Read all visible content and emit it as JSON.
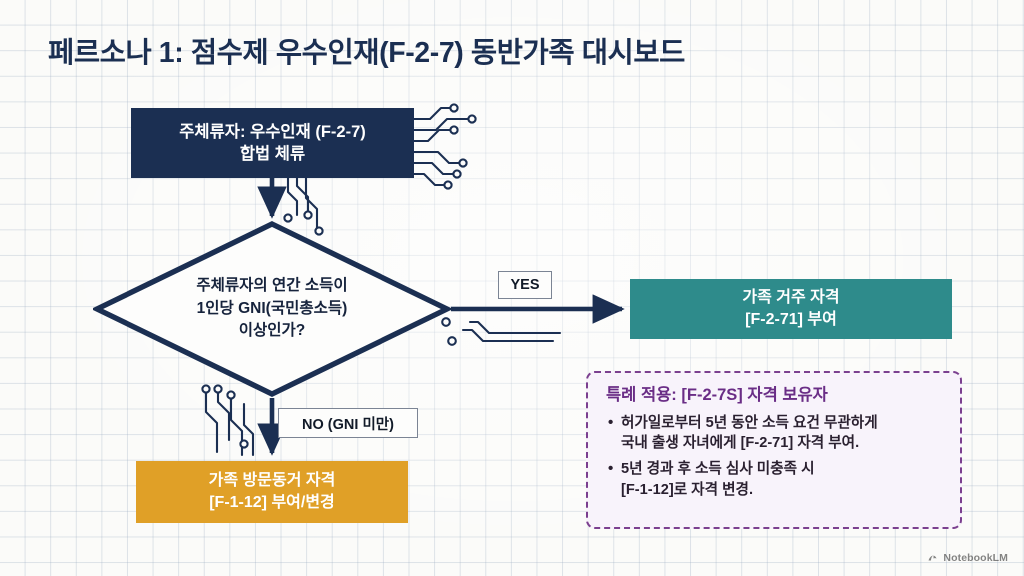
{
  "page": {
    "title": "페르소나 1: 점수제 우수인재(F-2-7) 동반가족 대시보드",
    "watermark": "NotebookLM"
  },
  "colors": {
    "navy": "#1b2f52",
    "teal": "#2e8b8b",
    "orange": "#e0a027",
    "purple": "#7b3f8f",
    "purple_title": "#6a2d86",
    "grid": "#96a8be",
    "paper": "#fbfbf9",
    "label_border": "#7b8494"
  },
  "flowchart": {
    "nodes": {
      "root": {
        "label": "주체류자: 우수인재 (F-2-7)\n합법 체류",
        "shape": "rectangle",
        "fill": "#1b2f52"
      },
      "decision": {
        "label": "주체류자의 연간 소득이\n1인당 GNI(국민총소득)\n이상인가?",
        "shape": "diamond",
        "fill": "#ffffff"
      },
      "yes_outcome": {
        "label": "가족 거주 자격\n[F-2-71] 부여",
        "shape": "rectangle",
        "fill": "#2e8b8b"
      },
      "no_outcome": {
        "label": "가족 방문동거 자격\n[F-1-12] 부여/변경",
        "shape": "rectangle",
        "fill": "#e0a027"
      }
    },
    "edge_labels": {
      "yes": "YES",
      "no": "NO (GNI 미만)"
    }
  },
  "note": {
    "title": "특례 적용: [F-2-7S] 자격 보유자",
    "bullets": [
      "허가일로부터 5년 동안 소득 요건 무관하게\n국내 출생 자녀에게 [F-2-71] 자격 부여.",
      "5년 경과 후 소득 심사 미충족 시\n[F-1-12]로 자격 변경."
    ]
  },
  "decorations": {
    "circuit_trace_count": 4,
    "icons": [
      "circuit-trace-icon",
      "notebooklm-logo-icon"
    ]
  }
}
